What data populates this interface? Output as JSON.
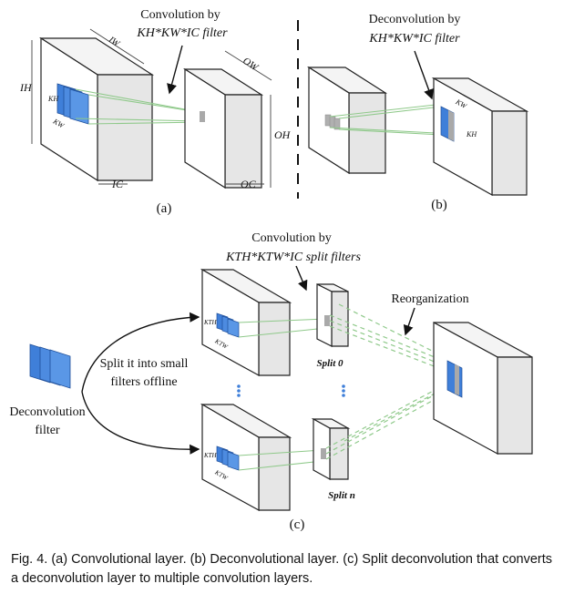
{
  "panel_a": {
    "heading_line1": "Convolution by",
    "heading_line2": "KH*KW*IC filter",
    "label": "(a)",
    "ih": "IH",
    "iw": "IW",
    "ic": "IC",
    "kh": "KH",
    "kw": "KW",
    "oh": "OH",
    "ow": "OW",
    "oc": "OC"
  },
  "panel_b": {
    "heading_line1": "Deconvolution by",
    "heading_line2": "KH*KW*IC filter",
    "label": "(b)",
    "kh": "KH",
    "kw": "KW"
  },
  "panel_c": {
    "heading_line1": "Convolution by",
    "heading_line2": "KTH*KTW*IC split filters",
    "label": "(c)",
    "reorganization": "Reorganization",
    "split_note_line1": "Split it into small",
    "split_note_line2": "filters offline",
    "deconv_filter_line1": "Deconvolution",
    "deconv_filter_line2": "filter",
    "split_0": "Split 0",
    "split_n": "Split n",
    "kth": "KTH",
    "ktw": "KTW"
  },
  "caption": "Fig. 4. (a) Convolutional layer. (b) Deconvolutional layer. (c) Split deconvolution that converts a deconvolution layer to multiple convolution layers.",
  "colors": {
    "filter_blue": "#3f7fd9",
    "connector_green": "#8fc98a",
    "patch_gray": "#a9a9a9",
    "outline": "#222222"
  }
}
